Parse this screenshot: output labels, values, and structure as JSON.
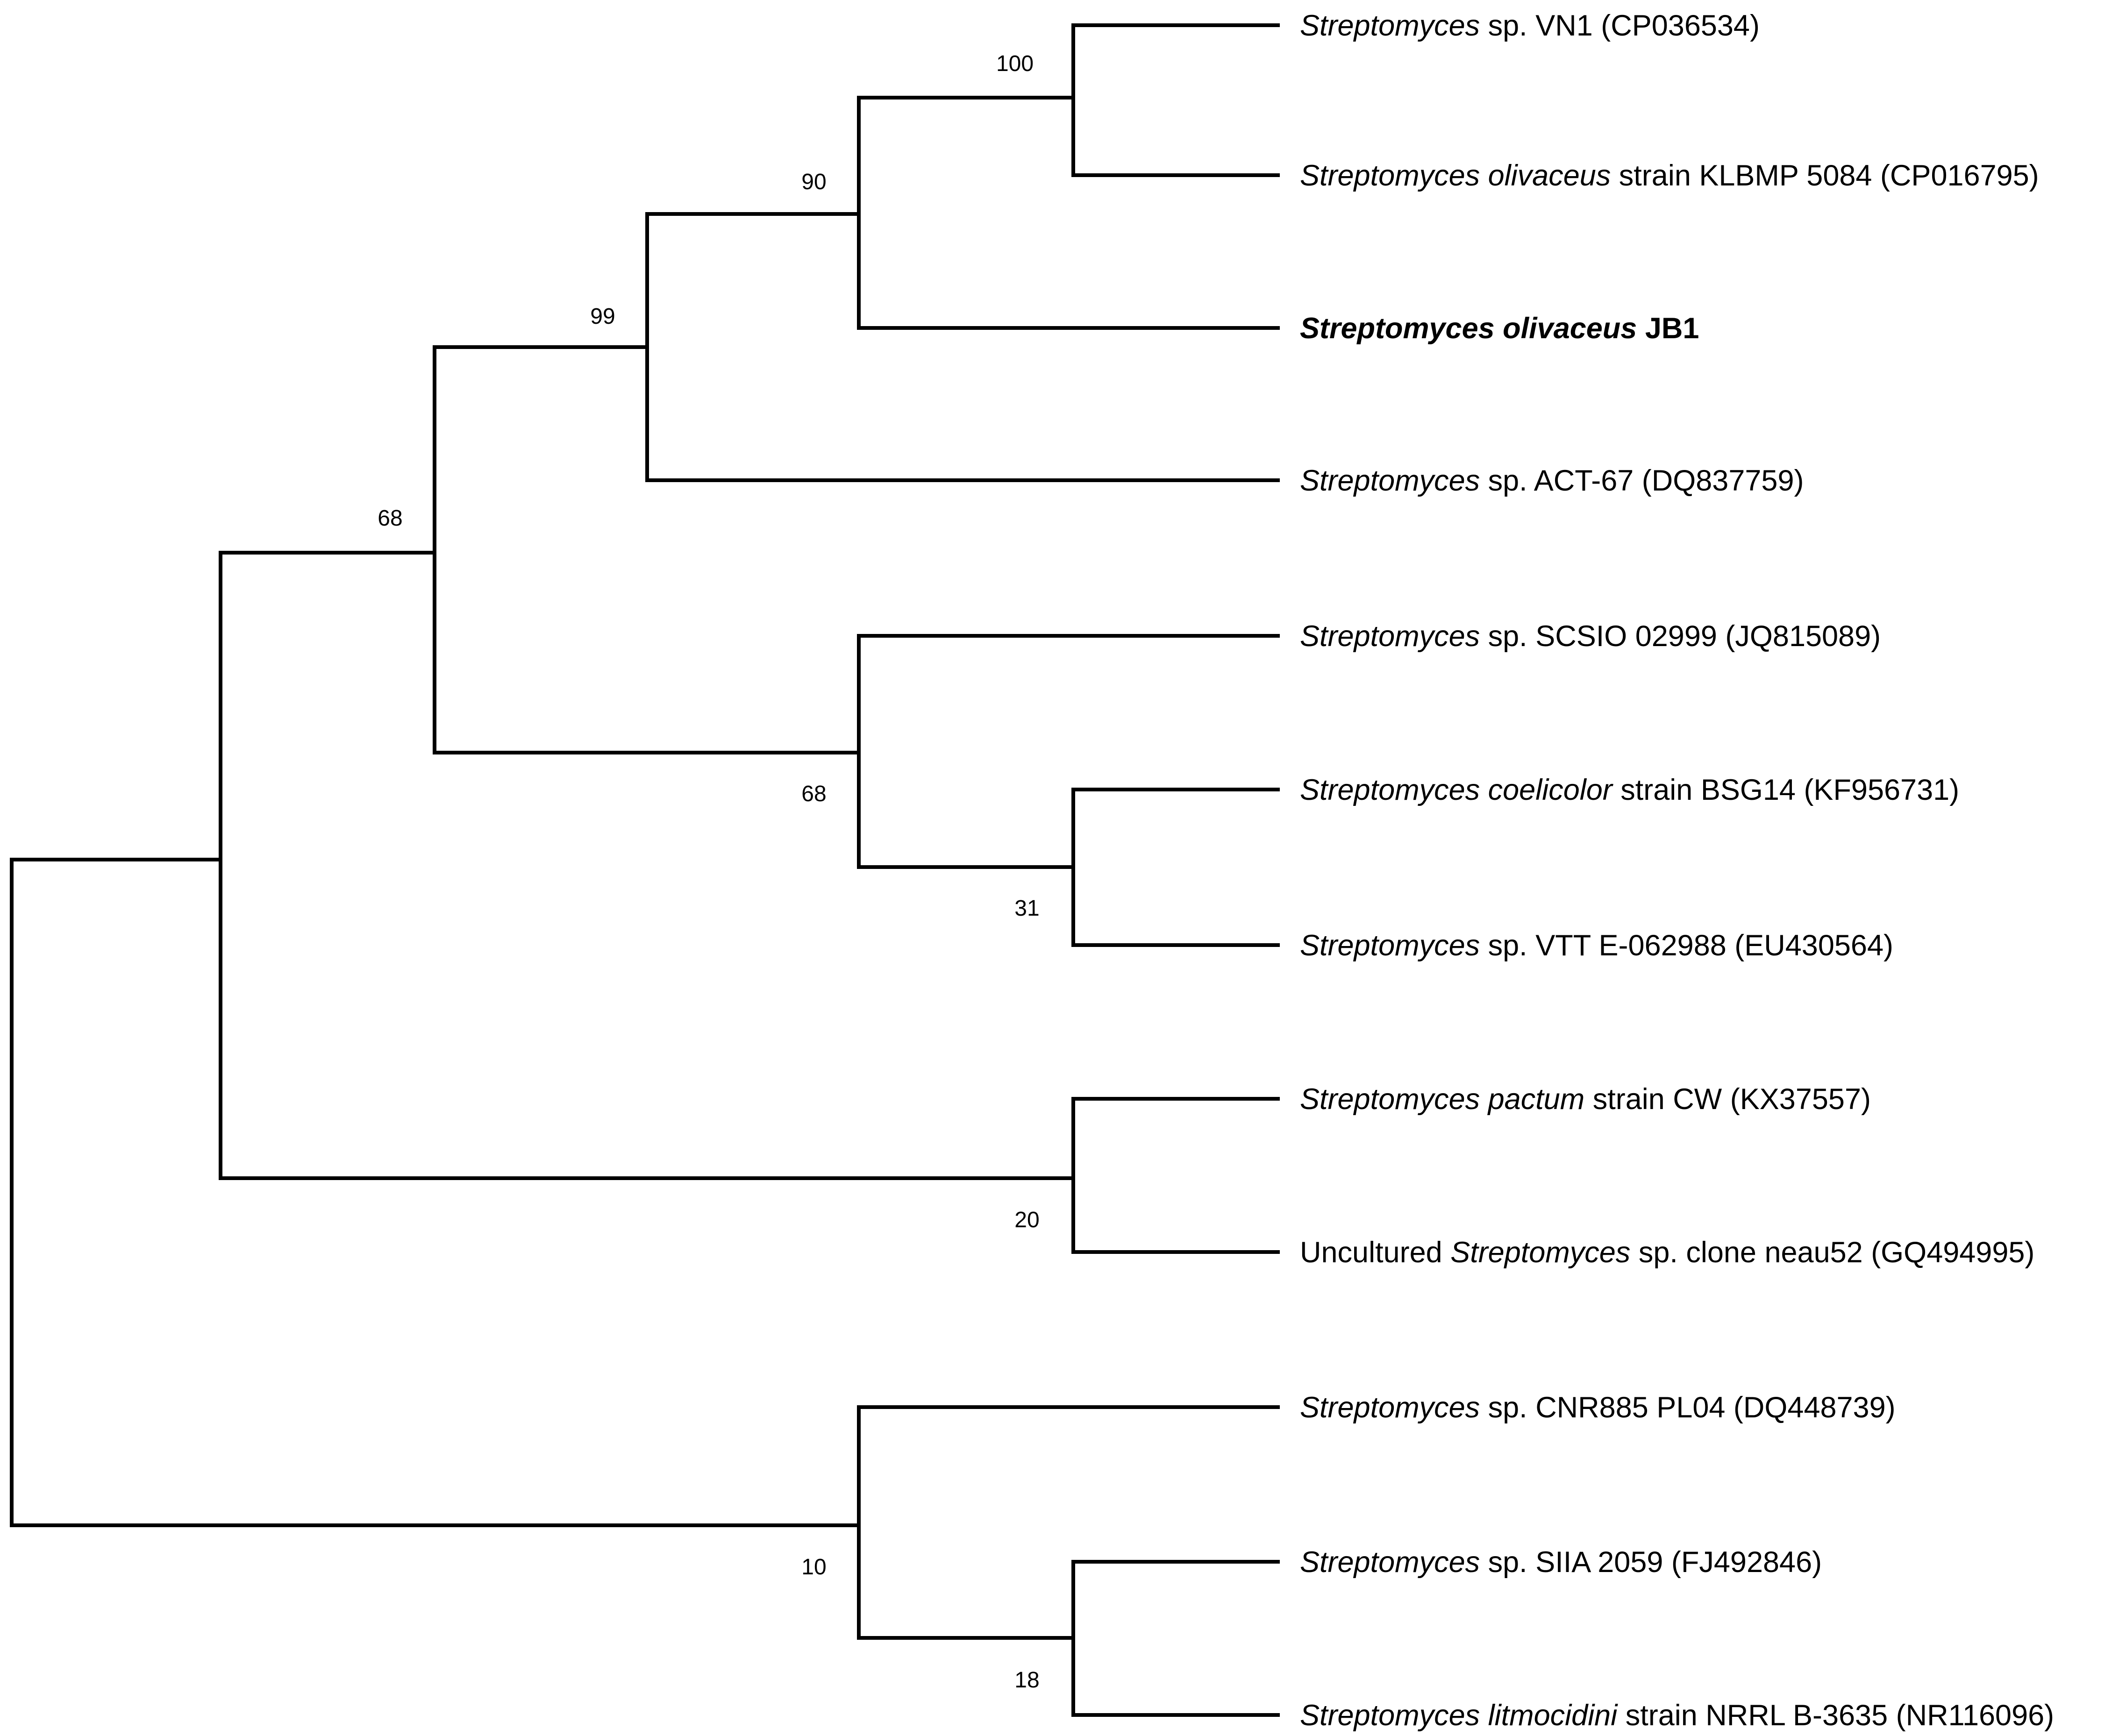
{
  "tree": {
    "taxa": [
      {
        "id": "t1",
        "parts": [
          {
            "t": "Streptomyces",
            "i": true
          },
          {
            "t": " sp. VN1 (CP036534)",
            "i": false
          }
        ]
      },
      {
        "id": "t2",
        "parts": [
          {
            "t": "Streptomyces olivaceus",
            "i": true
          },
          {
            "t": " strain KLBMP 5084 (CP016795)",
            "i": false
          }
        ]
      },
      {
        "id": "t3",
        "highlight": true,
        "parts": [
          {
            "t": "Streptomyces olivaceus",
            "i": true
          },
          {
            "t": " JB1",
            "i": false
          }
        ]
      },
      {
        "id": "t4",
        "parts": [
          {
            "t": "Streptomyces",
            "i": true
          },
          {
            "t": " sp. ACT-67 (DQ837759)",
            "i": false
          }
        ]
      },
      {
        "id": "t5",
        "parts": [
          {
            "t": "Streptomyces",
            "i": true
          },
          {
            "t": " sp. SCSIO 02999 (JQ815089)",
            "i": false
          }
        ]
      },
      {
        "id": "t6",
        "parts": [
          {
            "t": "Streptomyces coelicolor",
            "i": true
          },
          {
            "t": " strain BSG14 (KF956731)",
            "i": false
          }
        ]
      },
      {
        "id": "t7",
        "parts": [
          {
            "t": "Streptomyces",
            "i": true
          },
          {
            "t": " sp. VTT E-062988 (EU430564)",
            "i": false
          }
        ]
      },
      {
        "id": "t8",
        "parts": [
          {
            "t": "Streptomyces pactum",
            "i": true
          },
          {
            "t": " strain CW (KX37557)",
            "i": false
          }
        ]
      },
      {
        "id": "t9",
        "parts": [
          {
            "t": "Uncultured ",
            "i": false
          },
          {
            "t": "Streptomyces",
            "i": true
          },
          {
            "t": " sp. clone neau52 (GQ494995)",
            "i": false
          }
        ]
      },
      {
        "id": "t10",
        "parts": [
          {
            "t": "Streptomyces",
            "i": true
          },
          {
            "t": " sp. CNR885 PL04 (DQ448739)",
            "i": false
          }
        ]
      },
      {
        "id": "t11",
        "parts": [
          {
            "t": "Streptomyces",
            "i": true
          },
          {
            "t": " sp. SIIA 2059 (FJ492846)",
            "i": false
          }
        ]
      },
      {
        "id": "t12",
        "parts": [
          {
            "t": "Streptomyces litmocidini",
            "i": true
          },
          {
            "t": " strain NRRL B-3635 (NR116096)",
            "i": false
          }
        ]
      }
    ],
    "nodes": [
      {
        "id": "n100",
        "support": "100"
      },
      {
        "id": "n90",
        "support": "90"
      },
      {
        "id": "n99",
        "support": "99"
      },
      {
        "id": "n68a",
        "support": "68"
      },
      {
        "id": "n68b",
        "support": "68"
      },
      {
        "id": "n31",
        "support": "31"
      },
      {
        "id": "n20",
        "support": "20"
      },
      {
        "id": "n10",
        "support": "10"
      },
      {
        "id": "n18",
        "support": "18"
      }
    ]
  }
}
